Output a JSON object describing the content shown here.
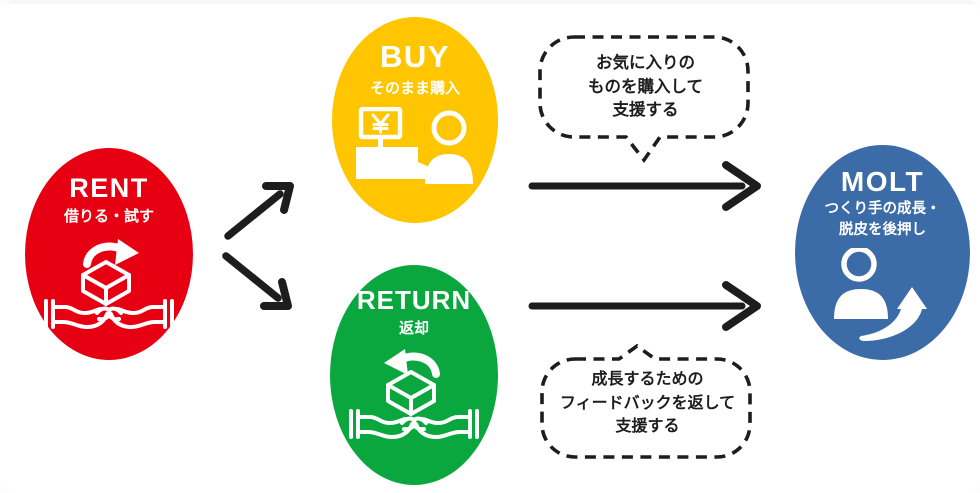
{
  "nodes": {
    "rent": {
      "label": "RENT",
      "subtitle": "借りる・試す",
      "icon": "hands-holding-box-lend-icon"
    },
    "buy": {
      "label": "BUY",
      "subtitle": "そのまま購入",
      "icon": "cash-register-customer-icon"
    },
    "return": {
      "label": "RETURN",
      "subtitle": "返却",
      "icon": "hands-holding-box-return-icon"
    },
    "molt": {
      "label": "MOLT",
      "subtitle_lines": [
        "つくり手の成長・",
        "脱皮を後押し"
      ],
      "icon": "maker-growth-arrow-icon"
    }
  },
  "bubbles": {
    "buy_support": {
      "lines": [
        "お気に入りの",
        "ものを購入して",
        "支援する"
      ]
    },
    "return_support": {
      "lines": [
        "成長するための",
        "フィードバックを返して",
        "支援する"
      ]
    }
  },
  "colors": {
    "rent": "#e60012",
    "buy": "#ffc600",
    "return": "#0aa73e",
    "molt": "#3b6ca8",
    "arrow": "#1d1d1d",
    "bubble_border": "#1d1d1d",
    "background": "#ffffff"
  }
}
